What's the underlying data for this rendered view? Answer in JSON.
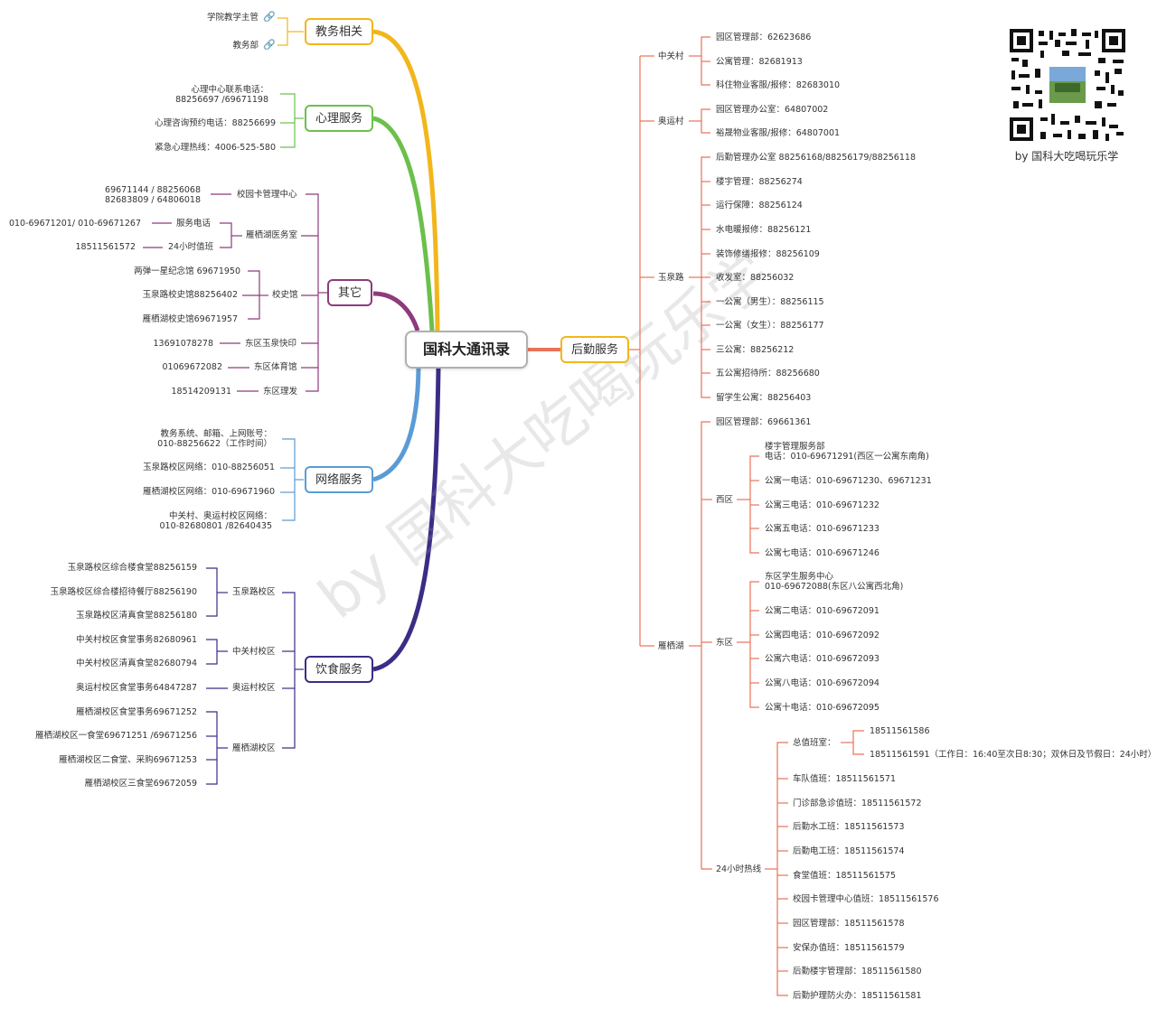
{
  "center": "国科大通讯录",
  "branches": {
    "jiaowu": {
      "title": "教务相关",
      "items": [
        "学院教学主管",
        "教务部"
      ]
    },
    "xinli": {
      "title": "心理服务",
      "items": [
        "心理中心联系电话：\n88256697 /69671198",
        "心理咨询预约电话：88256699",
        "紧急心理热线：4006-525-580"
      ]
    },
    "qita": {
      "title": "其它",
      "card": {
        "label": "校园卡管理中心",
        "value": "69671144 / 88256068\n82683809 / 64806018"
      },
      "clinic": {
        "label": "雁栖湖医务室",
        "items": [
          {
            "label": "服务电话",
            "value": "010-69671201/ 010-69671267"
          },
          {
            "label": "24小时值班",
            "value": "18511561572"
          }
        ]
      },
      "history": {
        "label": "校史馆",
        "items": [
          "两弹一星纪念馆 69671950",
          "玉泉路校史馆88256402",
          "雁栖湖校史馆69671957"
        ]
      },
      "others": [
        {
          "label": "东区玉泉快印",
          "value": "13691078278"
        },
        {
          "label": "东区体育馆",
          "value": "01069672082"
        },
        {
          "label": "东区理发",
          "value": "18514209131"
        }
      ]
    },
    "wangluo": {
      "title": "网络服务",
      "items": [
        "教务系统、邮箱、上网账号：\n010-88256622（工作时间）",
        "玉泉路校区网络：010-88256051",
        "雁栖湖校区网络：010-69671960",
        "中关村、奥运村校区网络：\n010-82680801 /82640435"
      ]
    },
    "yinshi": {
      "title": "饮食服务",
      "groups": [
        {
          "label": "玉泉路校区",
          "items": [
            "玉泉路校区综合楼食堂88256159",
            "玉泉路校区综合楼招待餐厅88256190",
            "玉泉路校区清真食堂88256180"
          ]
        },
        {
          "label": "中关村校区",
          "items": [
            "中关村校区食堂事务82680961",
            "中关村校区清真食堂82680794"
          ]
        },
        {
          "label": "奥运村校区",
          "items": [
            "奥运村校区食堂事务64847287"
          ]
        },
        {
          "label": "雁栖湖校区",
          "items": [
            "雁栖湖校区食堂事务69671252",
            "雁栖湖校区一食堂69671251 /69671256",
            "雁栖湖校区二食堂、采购69671253",
            "雁栖湖校区三食堂69672059"
          ]
        }
      ]
    },
    "houqin": {
      "title": "后勤服务",
      "zhongguancun": {
        "label": "中关村",
        "items": [
          "园区管理部：62623686",
          "公寓管理：82681913",
          "科住物业客服/报修：82683010"
        ]
      },
      "aoyuncun": {
        "label": "奥运村",
        "items": [
          "园区管理办公室：64807002",
          "裕晟物业客服/报修：64807001"
        ]
      },
      "yuquanlu": {
        "label": "玉泉路",
        "items": [
          "后勤管理办公室 88256168/88256179/88256118",
          "楼宇管理：88256274",
          "运行保障：88256124",
          "水电暖报修：88256121",
          "装饰修缮报修：88256109",
          "收发室：88256032",
          "一公寓（男生）：88256115",
          "一公寓（女生）：88256177",
          "三公寓：88256212",
          "五公寓招待所：88256680",
          "留学生公寓：88256403"
        ]
      },
      "yanqihu": {
        "label": "雁栖湖",
        "park": "园区管理部：69661361",
        "west": {
          "label": "西区",
          "items": [
            "楼宇管理服务部\n电话：010-69671291(西区一公寓东南角)",
            "公寓一电话：010-69671230、69671231",
            "公寓三电话：010-69671232",
            "公寓五电话：010-69671233",
            "公寓七电话：010-69671246"
          ]
        },
        "east": {
          "label": "东区",
          "items": [
            "东区学生服务中心\n010-69672088(东区八公寓西北角)",
            "公寓二电话：010-69672091",
            "公寓四电话：010-69672092",
            "公寓六电话：010-69672093",
            "公寓八电话：010-69672094",
            "公寓十电话：010-69672095"
          ]
        }
      },
      "hotline": {
        "label": "24小时热线",
        "duty": {
          "label": "总值班室：",
          "values": [
            "18511561586",
            "18511561591（工作日：16:40至次日8:30；双休日及节假日：24小时）"
          ]
        },
        "items": [
          "车队值班：18511561571",
          "门诊部急诊值班：18511561572",
          "后勤水工班：18511561573",
          "后勤电工班：18511561574",
          "食堂值班：18511561575",
          "校园卡管理中心值班：18511561576",
          "园区管理部：18511561578",
          "安保办值班：18511561579",
          "后勤楼宇管理部：18511561580",
          "后勤护理防火办：18511561581"
        ]
      }
    }
  },
  "qr": {
    "caption": "by 国科大吃喝玩乐学"
  },
  "watermark": "by 国科大吃喝玩乐学",
  "colors": {
    "jiaowu": "#f2b61c",
    "xinli": "#6cc04a",
    "qita": "#8e3a7c",
    "wangluo": "#5b9bd5",
    "yinshi": "#3a2d86",
    "houqin": "#e8735a",
    "center_border": "#b0b0b0"
  }
}
